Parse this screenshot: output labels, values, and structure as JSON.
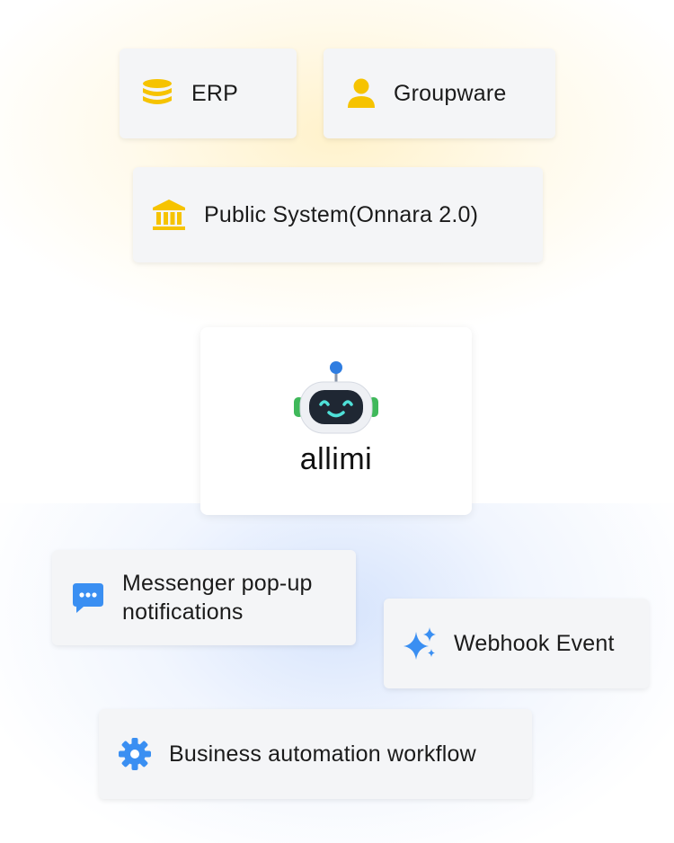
{
  "sources": [
    {
      "label": "ERP",
      "icon": "database-icon"
    },
    {
      "label": "Groupware",
      "icon": "user-icon"
    },
    {
      "label": "Public System(Onnara 2.0)",
      "icon": "bank-icon"
    }
  ],
  "center": {
    "label": "allimi",
    "icon": "robot-icon"
  },
  "outputs": [
    {
      "label": "Messenger pop-up notifications",
      "icon": "chat-bubble-icon"
    },
    {
      "label": "Webhook Event",
      "icon": "sparkles-icon"
    },
    {
      "label": "Business automation workflow",
      "icon": "gear-icon"
    }
  ],
  "colors": {
    "source_icon": "#f6c300",
    "output_icon": "#3a8ff2",
    "card_bg": "#f4f5f7",
    "top_glow": "#ffe28c",
    "bottom_glow": "#b4cdfa"
  }
}
